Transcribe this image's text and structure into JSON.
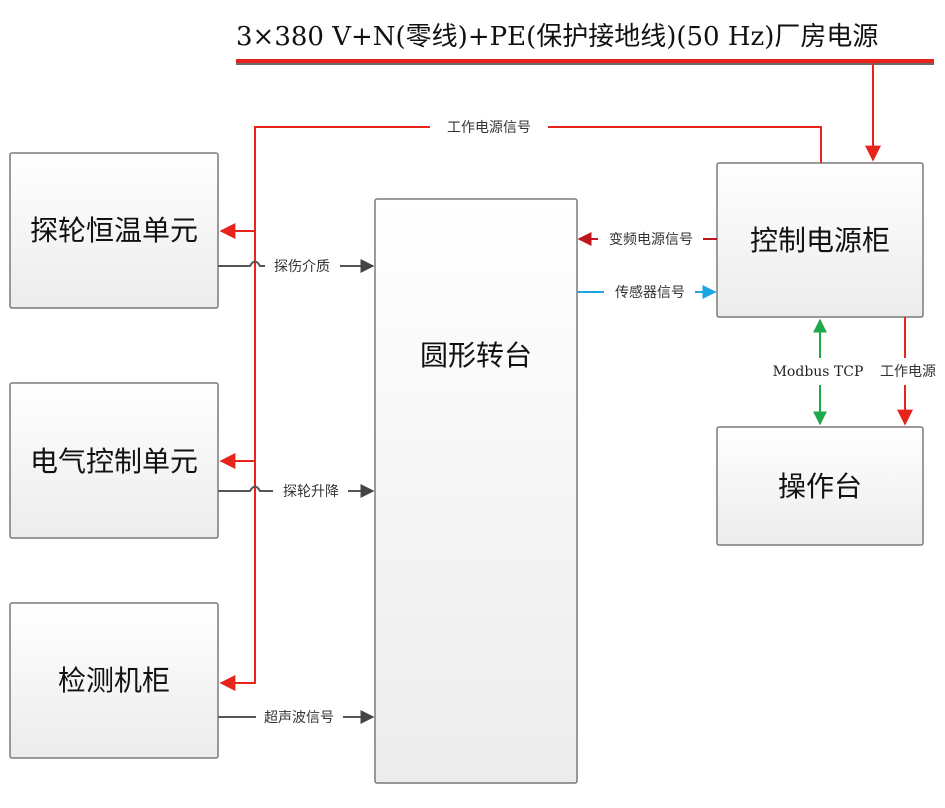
{
  "title": "3×380 V+N(零线)+PE(保护接地线)(50 Hz)厂房电源",
  "colors": {
    "power": "#e8231b",
    "bus_shadow": "#6a6a6a",
    "signal": "#555555",
    "sensor": "#1aa6e0",
    "modbus": "#1fa84a",
    "box_border": "#7a7a7a"
  },
  "nodes": {
    "probe_thermo": "探轮恒温单元",
    "electric_ctrl": "电气控制单元",
    "detect_cabinet": "检测机柜",
    "turntable": "圆形转台",
    "power_cabinet": "控制电源柜",
    "console": "操作台"
  },
  "edges": {
    "work_power_signal": "工作电源信号",
    "flaw_medium": "探伤介质",
    "probe_lift": "探轮升降",
    "ultrasonic_signal": "超声波信号",
    "vfd_power_signal": "变频电源信号",
    "sensor_signal": "传感器信号",
    "modbus_tcp": "Modbus TCP",
    "work_power": "工作电源"
  }
}
